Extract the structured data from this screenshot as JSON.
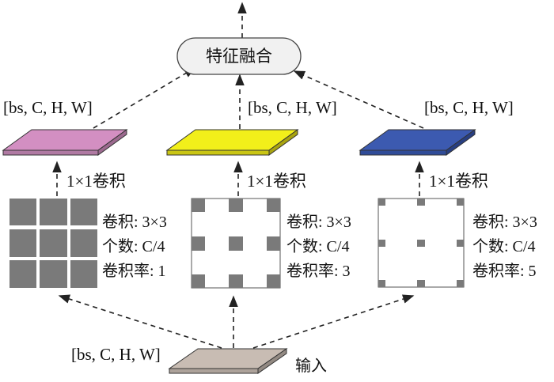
{
  "fusion": {
    "label": "特征融合"
  },
  "feature_maps": [
    {
      "shape_text": "[bs, C, H, W]",
      "color": "#d38fc2"
    },
    {
      "shape_text": "[bs, C, H, W]",
      "color": "#f2ef1a"
    },
    {
      "shape_text": "[bs, C, H, W]",
      "color": "#3c5ab0"
    }
  ],
  "conv1x1": {
    "label": "1×1卷积"
  },
  "branches": [
    {
      "kernel": "卷积: 3×3",
      "count": "个数: C/4",
      "dilation": "卷积率: 1"
    },
    {
      "kernel": "卷积: 3×3",
      "count": "个数: C/4",
      "dilation": "卷积率: 3"
    },
    {
      "kernel": "卷积: 3×3",
      "count": "个数: C/4",
      "dilation": "卷积率: 5"
    }
  ],
  "input": {
    "shape_text": "[bs, C, H, W]",
    "label": "输入",
    "color": "#c8bcb3"
  },
  "colors": {
    "kernel_cell": "#7a7a7a",
    "arrow": "#222222"
  }
}
